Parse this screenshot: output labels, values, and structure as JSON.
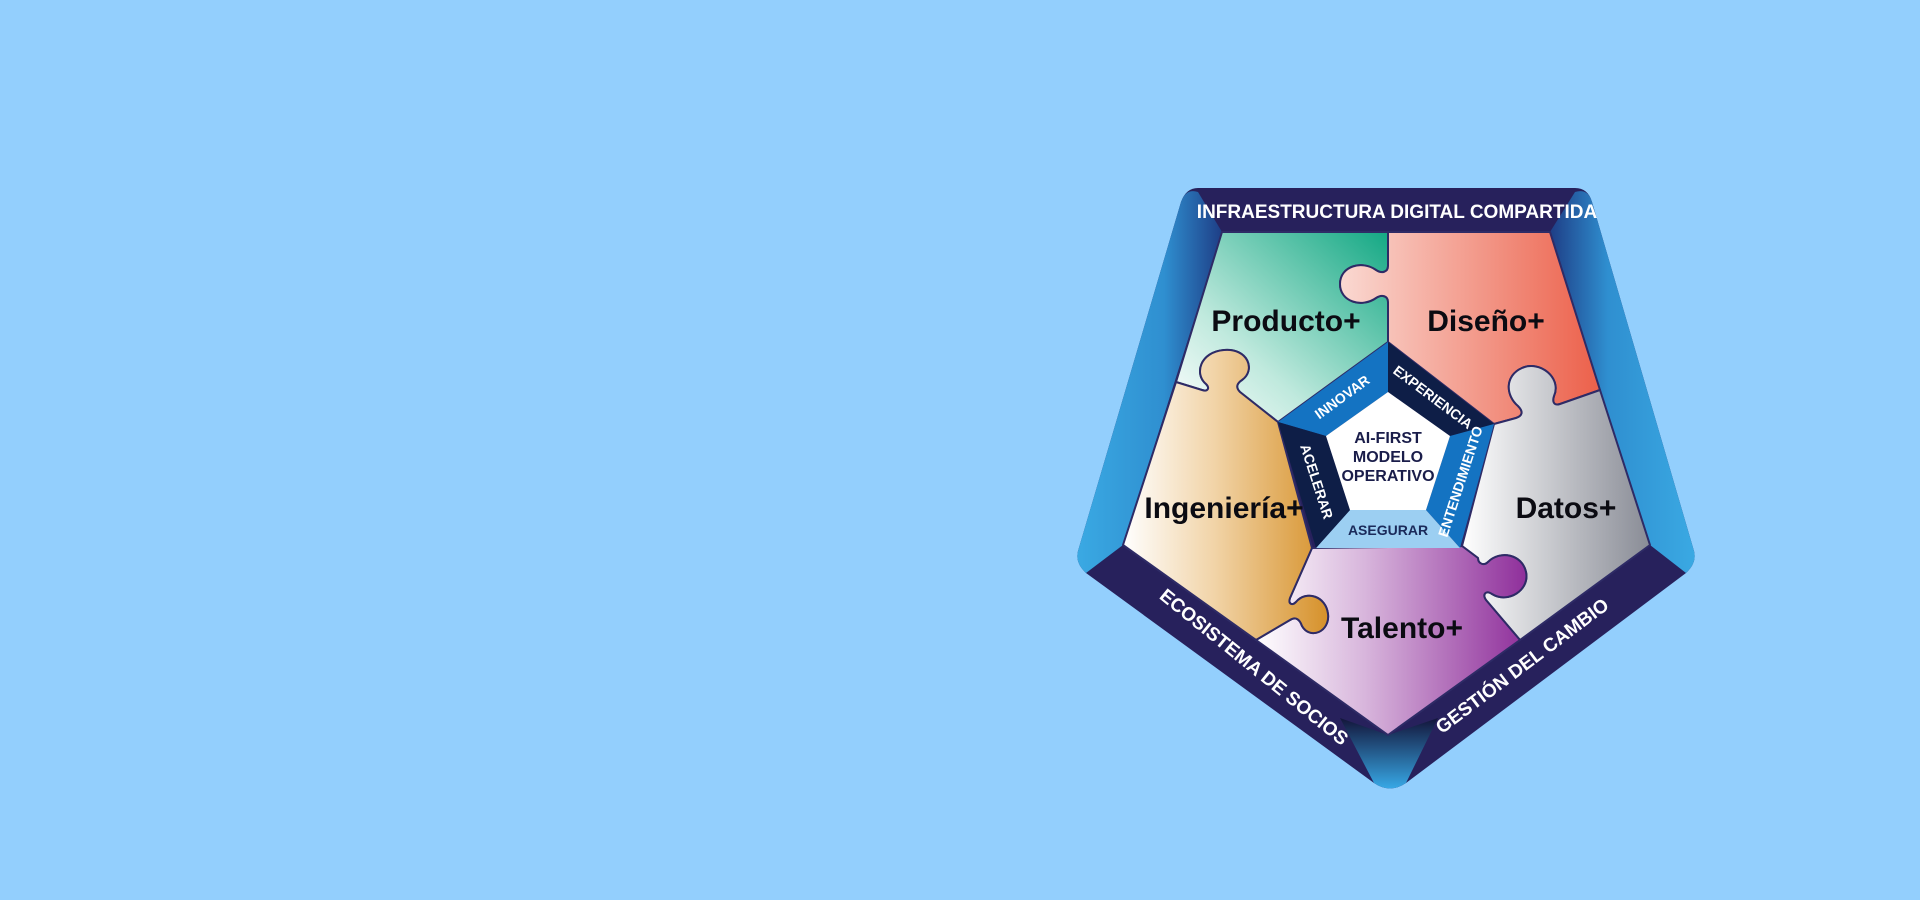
{
  "colors": {
    "background": "#93CFFD",
    "frame_dark": "#27215C",
    "frame_blue": "#2EA3DE",
    "center_ring_dark": "#0E1E47",
    "center_ring_blue": "#1473C2",
    "center_ring_light": "#9CCFF2",
    "piece_outline": "#2E2B66"
  },
  "frame": {
    "top": "INFRAESTRUCTURA DIGITAL COMPARTIDA",
    "bottom_left": "ECOSISTEMA DE SOCIOS",
    "bottom_right": "GESTIÓN DEL CAMBIO"
  },
  "pieces": {
    "producto": {
      "label": "Producto+",
      "color": "#1BAA8A"
    },
    "diseno": {
      "label": "Diseño+",
      "color": "#EC6A54"
    },
    "datos": {
      "label": "Datos+",
      "color": "#8B8E98"
    },
    "talento": {
      "label": "Talento+",
      "color": "#92349C"
    },
    "ingenieria": {
      "label": "Ingeniería+",
      "color": "#D9962E"
    }
  },
  "center_ring": {
    "innovar": "INNOVAR",
    "experiencia": "EXPERIENCIA",
    "entendimiento": "ENTENDIMIENTO",
    "asegurar": "ASEGURAR",
    "acelerar": "ACELERAR"
  },
  "center": {
    "line1": "AI-FIRST",
    "line2": "MODELO",
    "line3": "OPERATIVO"
  }
}
